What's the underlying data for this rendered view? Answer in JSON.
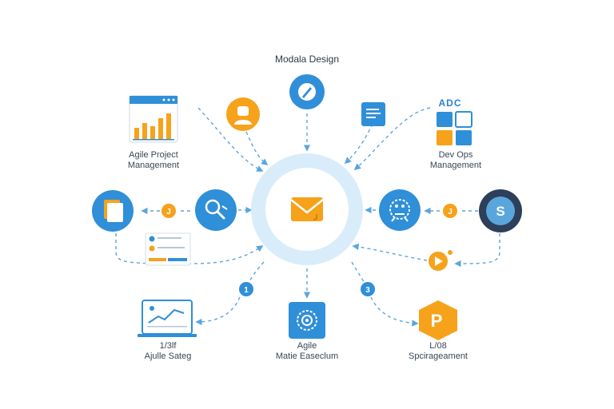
{
  "nodes": {
    "top": {
      "label": "Modala Design"
    },
    "top_left": {
      "label_line1": "Agile Project",
      "label_line2": "Management"
    },
    "top_right": {
      "heading": "ADC",
      "label_line1": "Dev Ops",
      "label_line2": "Management"
    },
    "bottom_left": {
      "label_line1": "1/3lf",
      "label_line2": "Ajulle Sateg"
    },
    "bottom_center": {
      "label_line1": "Agile",
      "label_line2": "Matie Easeclum"
    },
    "bottom_right": {
      "label_line1": "L/08",
      "label_line2": "Spcirageament"
    }
  },
  "badges": {
    "left": "J",
    "right": "J",
    "bottom_left": "1",
    "bottom_right": "3",
    "right_badge_icon": "S",
    "bottom_right_hex": "P"
  },
  "colors": {
    "blue": "#2f8fd8",
    "orange": "#f6a21a",
    "dark_navy": "#2d3f5a",
    "ring": "#d9ecf9",
    "dash": "#5aa6dc"
  }
}
